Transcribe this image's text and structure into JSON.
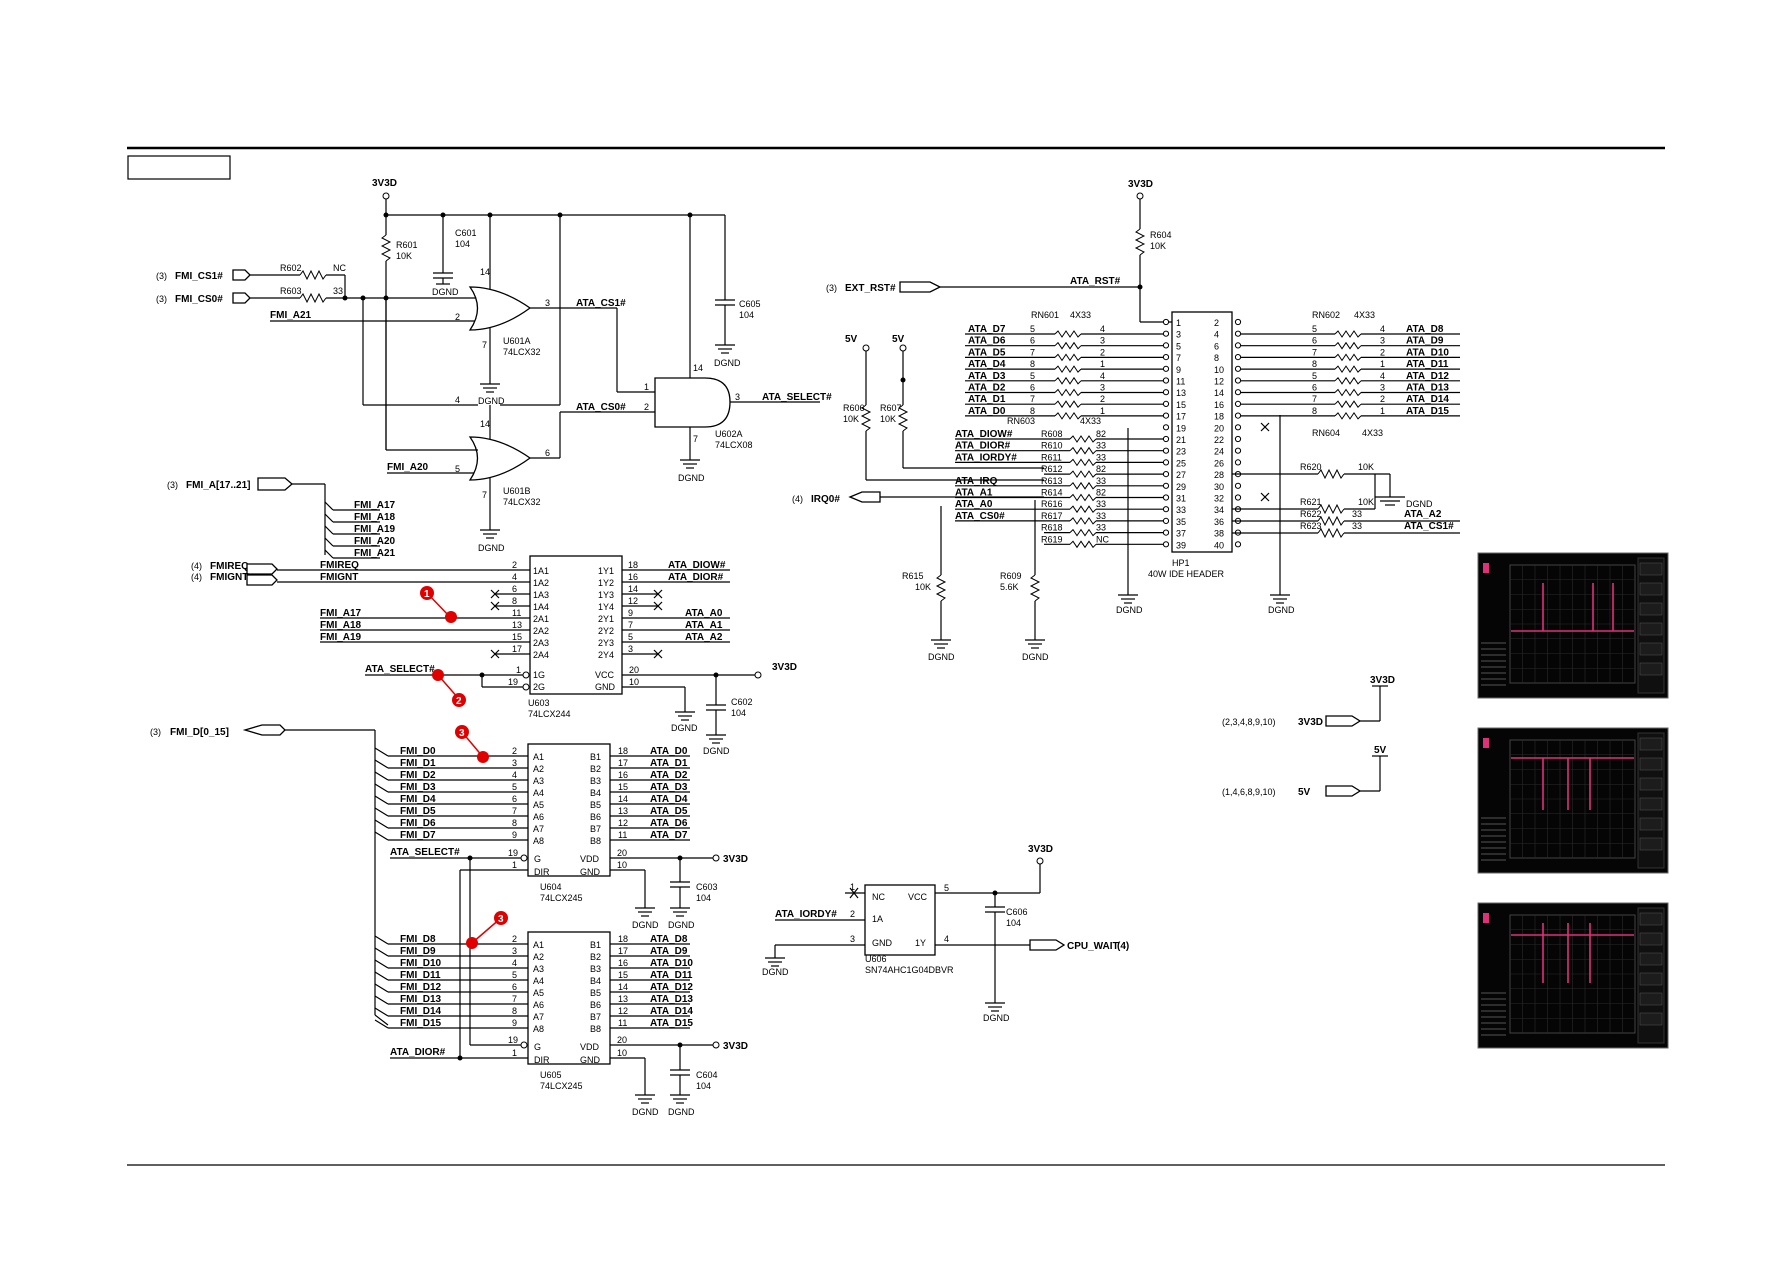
{
  "left": {
    "power_top": "3V3D",
    "r601": {
      "ref": "R601",
      "val": "10K"
    },
    "c601": {
      "ref": "C601",
      "val": "104"
    },
    "c605": {
      "ref": "C605",
      "val": "104"
    },
    "r602": {
      "ref": "R602",
      "val": "NC"
    },
    "r603": {
      "ref": "R603",
      "val": "33"
    },
    "inputs": [
      {
        "page": "(3)",
        "net": "FMI_CS1#"
      },
      {
        "page": "(3)",
        "net": "FMI_CS0#"
      }
    ],
    "fmi_a21": "FMI_A21",
    "fmi_a20": "FMI_A20",
    "u601a": {
      "ref": "U601A",
      "part": "74LCX32",
      "pin_in": "2",
      "pin_out": "3",
      "pin_vcc": "14",
      "pin_gnd": "7"
    },
    "u601b": {
      "ref": "U601B",
      "part": "74LCX32",
      "pin_in1": "4",
      "pin_in2": "5",
      "pin_out": "6",
      "pin_vcc": "14",
      "pin_gnd": "7"
    },
    "u602a": {
      "ref": "U602A",
      "part": "74LCX08",
      "pin1": "1",
      "pin2": "2",
      "pin_out": "3",
      "pin_vcc": "14",
      "pin_gnd": "7"
    },
    "ata_cs1": "ATA_CS1#",
    "ata_cs0": "ATA_CS0#",
    "ata_select": "ATA_SELECT#",
    "dgnd": "DGND",
    "bus_a": {
      "page": "(3)",
      "net": "FMI_A[17..21]"
    },
    "bus_a_nets": [
      "FMI_A17",
      "FMI_A18",
      "FMI_A19",
      "FMI_A20",
      "FMI_A21"
    ],
    "fmireq": {
      "page": "(4)",
      "net": "FMIREQ"
    },
    "fmignt": {
      "page": "(4)",
      "net": "FMIGNT"
    },
    "u603": {
      "ref": "U603",
      "part": "74LCX244",
      "left_pins": [
        [
          "2",
          "1A1"
        ],
        [
          "4",
          "1A2"
        ],
        [
          "6",
          "1A3"
        ],
        [
          "8",
          "1A4"
        ],
        [
          "11",
          "2A1"
        ],
        [
          "13",
          "2A2"
        ],
        [
          "15",
          "2A3"
        ],
        [
          "17",
          "2A4"
        ]
      ],
      "right_pins": [
        [
          "18",
          "1Y1"
        ],
        [
          "16",
          "1Y2"
        ],
        [
          "14",
          "1Y3"
        ],
        [
          "12",
          "1Y4"
        ],
        [
          "9",
          "2Y1"
        ],
        [
          "7",
          "2Y2"
        ],
        [
          "5",
          "2Y3"
        ],
        [
          "3",
          "2Y4"
        ]
      ],
      "ctl": [
        [
          "1",
          "1G"
        ],
        [
          "19",
          "2G"
        ]
      ],
      "pwr": [
        [
          "20",
          "VCC"
        ],
        [
          "10",
          "GND"
        ]
      ]
    },
    "u603_in_nets": [
      "FMIREQ",
      "FMIGNT",
      "",
      "",
      "FMI_A17",
      "FMI_A18",
      "FMI_A19",
      ""
    ],
    "u603_out_nets": [
      "ATA_DIOW#",
      "ATA_DIOR#",
      "",
      "",
      "ATA_A0",
      "ATA_A1",
      "ATA_A2",
      ""
    ],
    "u603_vcc": "3V3D",
    "c602": {
      "ref": "C602",
      "val": "104"
    },
    "data_bus": {
      "page": "(3)",
      "net": "FMI_D[0_15]"
    },
    "u604": {
      "ref": "U604",
      "part": "74LCX245",
      "g": "G",
      "dir": "DIR",
      "vdd": "VDD",
      "gnd": "GND",
      "g_pin": "19",
      "dir_pin": "1",
      "vdd_pin": "20",
      "gnd_pin": "10"
    },
    "u605": {
      "ref": "U605",
      "part": "74LCX245",
      "g": "G",
      "dir": "DIR",
      "vdd": "VDD",
      "gnd": "GND",
      "g_pin": "19",
      "dir_pin": "1",
      "vdd_pin": "20",
      "gnd_pin": "10"
    },
    "c603": {
      "ref": "C603",
      "val": "104"
    },
    "c604": {
      "ref": "C604",
      "val": "104"
    },
    "u604_in": [
      "FMI_D0",
      "FMI_D1",
      "FMI_D2",
      "FMI_D3",
      "FMI_D4",
      "FMI_D5",
      "FMI_D6",
      "FMI_D7"
    ],
    "u604_out": [
      "ATA_D0",
      "ATA_D1",
      "ATA_D2",
      "ATA_D3",
      "ATA_D4",
      "ATA_D5",
      "ATA_D6",
      "ATA_D7"
    ],
    "u605_in": [
      "FMI_D8",
      "FMI_D9",
      "FMI_D10",
      "FMI_D11",
      "FMI_D12",
      "FMI_D13",
      "FMI_D14",
      "FMI_D15"
    ],
    "u605_out": [
      "ATA_D8",
      "ATA_D9",
      "ATA_D10",
      "ATA_D11",
      "ATA_D12",
      "ATA_D13",
      "ATA_D14",
      "ATA_D15"
    ],
    "a_pins": [
      "A1",
      "A2",
      "A3",
      "A4",
      "A5",
      "A6",
      "A7",
      "A8"
    ],
    "b_pins": [
      "B1",
      "B2",
      "B3",
      "B4",
      "B5",
      "B6",
      "B7",
      "B8"
    ],
    "a_nums": [
      "2",
      "3",
      "4",
      "5",
      "6",
      "7",
      "8",
      "9"
    ],
    "b_nums": [
      "18",
      "17",
      "16",
      "15",
      "14",
      "13",
      "12",
      "11"
    ],
    "ata_dior": "ATA_DIOR#",
    "markers": [
      "1",
      "2",
      "3",
      "3"
    ],
    "vcc_label": "3V3D"
  },
  "right": {
    "power_top": "3V3D",
    "r604": {
      "ref": "R604",
      "val": "10K"
    },
    "ext_rst": {
      "page": "(3)",
      "net": "EXT_RST#"
    },
    "ata_rst": "ATA_RST#",
    "rn601": {
      "ref": "RN601",
      "val": "4X33"
    },
    "rn603": {
      "ref": "RN603",
      "val": "4X33"
    },
    "rn602": {
      "ref": "RN602",
      "val": "4X33"
    },
    "rn604": {
      "ref": "RN604",
      "val": "4X33"
    },
    "left_data": [
      "ATA_D7",
      "ATA_D6",
      "ATA_D5",
      "ATA_D4",
      "ATA_D3",
      "ATA_D2",
      "ATA_D1",
      "ATA_D0"
    ],
    "left_rn_pins_l": [
      "5",
      "6",
      "7",
      "8",
      "5",
      "6",
      "7",
      "8"
    ],
    "left_rn_pins_r": [
      "4",
      "3",
      "2",
      "1",
      "4",
      "3",
      "2",
      "1"
    ],
    "right_data": [
      "ATA_D8",
      "ATA_D9",
      "ATA_D10",
      "ATA_D11",
      "ATA_D12",
      "ATA_D13",
      "ATA_D14",
      "ATA_D15"
    ],
    "right_rn_pins_l": [
      "5",
      "6",
      "7",
      "8",
      "5",
      "6",
      "7",
      "8"
    ],
    "right_rn_pins_r": [
      "4",
      "3",
      "2",
      "1",
      "4",
      "3",
      "2",
      "1"
    ],
    "hp1": {
      "ref": "HP1",
      "part": "40W IDE HEADER"
    },
    "hdr_left": [
      "1",
      "3",
      "5",
      "7",
      "9",
      "11",
      "13",
      "15",
      "17",
      "19",
      "21",
      "23",
      "25",
      "27",
      "29",
      "31",
      "33",
      "35",
      "37",
      "39"
    ],
    "hdr_right": [
      "2",
      "4",
      "6",
      "8",
      "10",
      "12",
      "14",
      "16",
      "18",
      "20",
      "22",
      "24",
      "26",
      "28",
      "30",
      "32",
      "34",
      "36",
      "38",
      "40"
    ],
    "pwr5v_a": "5V",
    "pwr5v_b": "5V",
    "r606": {
      "ref": "R606",
      "val": "10K"
    },
    "r607": {
      "ref": "R607",
      "val": "10K"
    },
    "ctl_nets": [
      "ATA_DIOW#",
      "ATA_DIOR#",
      "ATA_IORDY#",
      "",
      "ATA_IRQ",
      "ATA_A1",
      "ATA_A0",
      "ATA_CS0#",
      ""
    ],
    "ctl_res": [
      [
        "R608",
        "82"
      ],
      [
        "R610",
        "33"
      ],
      [
        "R611",
        "33"
      ],
      [
        "R612",
        "82"
      ],
      [
        "R613",
        "33"
      ],
      [
        "R614",
        "82"
      ],
      [
        "R616",
        "33"
      ],
      [
        "R617",
        "33"
      ],
      [
        "R618",
        "33"
      ],
      [
        "R619",
        "NC"
      ]
    ],
    "irq": {
      "page": "(4)",
      "net": "IRQ0#"
    },
    "r615": {
      "ref": "R615",
      "val": "10K"
    },
    "r609": {
      "ref": "R609",
      "val": "5.6K"
    },
    "r620": {
      "ref": "R620",
      "val": "10K"
    },
    "r621": {
      "ref": "R621",
      "val": "10K"
    },
    "r622": {
      "ref": "R622",
      "val": "33",
      "net": "ATA_A2"
    },
    "r623": {
      "ref": "R623",
      "val": "33",
      "net": "ATA_CS1#"
    },
    "dgnd": "DGND",
    "ports": [
      {
        "pages": "(2,3,4,8,9,10)",
        "net": "3V3D",
        "rail": "3V3D"
      },
      {
        "pages": "(1,4,6,8,9,10)",
        "net": "5V",
        "rail": "5V"
      }
    ],
    "u606": {
      "ref": "U606",
      "part": "SN74AHC1G04DBVR",
      "nc": "NC",
      "vcc": "VCC",
      "a": "1A",
      "gnd": "GND",
      "y": "1Y",
      "p1": "1",
      "p2": "2",
      "p3": "3",
      "p4": "4",
      "p5": "5"
    },
    "u606_power": "3V3D",
    "ata_iordy": "ATA_IORDY#",
    "c606": {
      "ref": "C606",
      "val": "104"
    },
    "cpu_wait": {
      "net": "CPU_WAIT",
      "page": "(4)"
    }
  },
  "scope_color": "#e0307a",
  "wire_color": "#000000",
  "marker_color": "#e00000"
}
